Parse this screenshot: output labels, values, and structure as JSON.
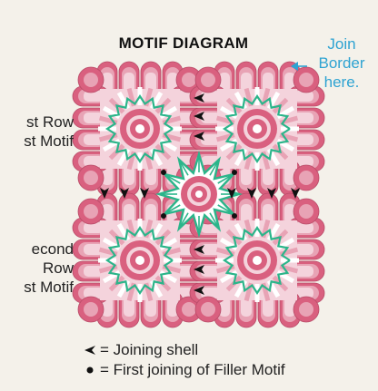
{
  "title": "MOTIF DIAGRAM",
  "join_label": [
    "Join",
    "Border",
    "here."
  ],
  "label_first": [
    "st Row",
    "st Motif"
  ],
  "label_second": [
    "econd",
    "Row",
    "st Motif"
  ],
  "legend": [
    {
      "symbol": "arrowhead",
      "text": "= Joining shell"
    },
    {
      "symbol": "dot",
      "text": "= First joining of Filler Motif"
    }
  ],
  "colors": {
    "petal_dark": "#d9607f",
    "petal_mid": "#e8a3b5",
    "petal_light": "#f4d3dc",
    "ring_green": "#2bb58a",
    "accent_blue": "#2ea3d2"
  }
}
